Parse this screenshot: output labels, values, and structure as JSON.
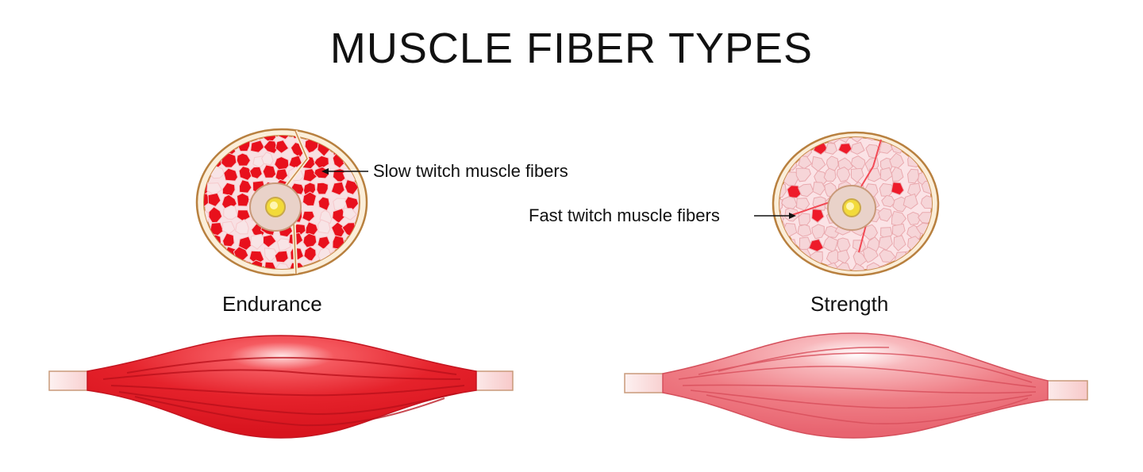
{
  "title": "MUSCLE FIBER TYPES",
  "left": {
    "caption": "Endurance",
    "annotation": "Slow twitch muscle fibers"
  },
  "right": {
    "caption": "Strength",
    "annotation": "Fast twitch muscle fibers"
  },
  "colors": {
    "slow_fiber": "#e8101c",
    "fast_fiber": "#f6d5d8",
    "muscle_endurance": "#e5222b",
    "muscle_strength": "#ef7b83",
    "tendon": "#fdeeee",
    "outline": "#c88a4a",
    "marrow": "#f4e34a"
  }
}
